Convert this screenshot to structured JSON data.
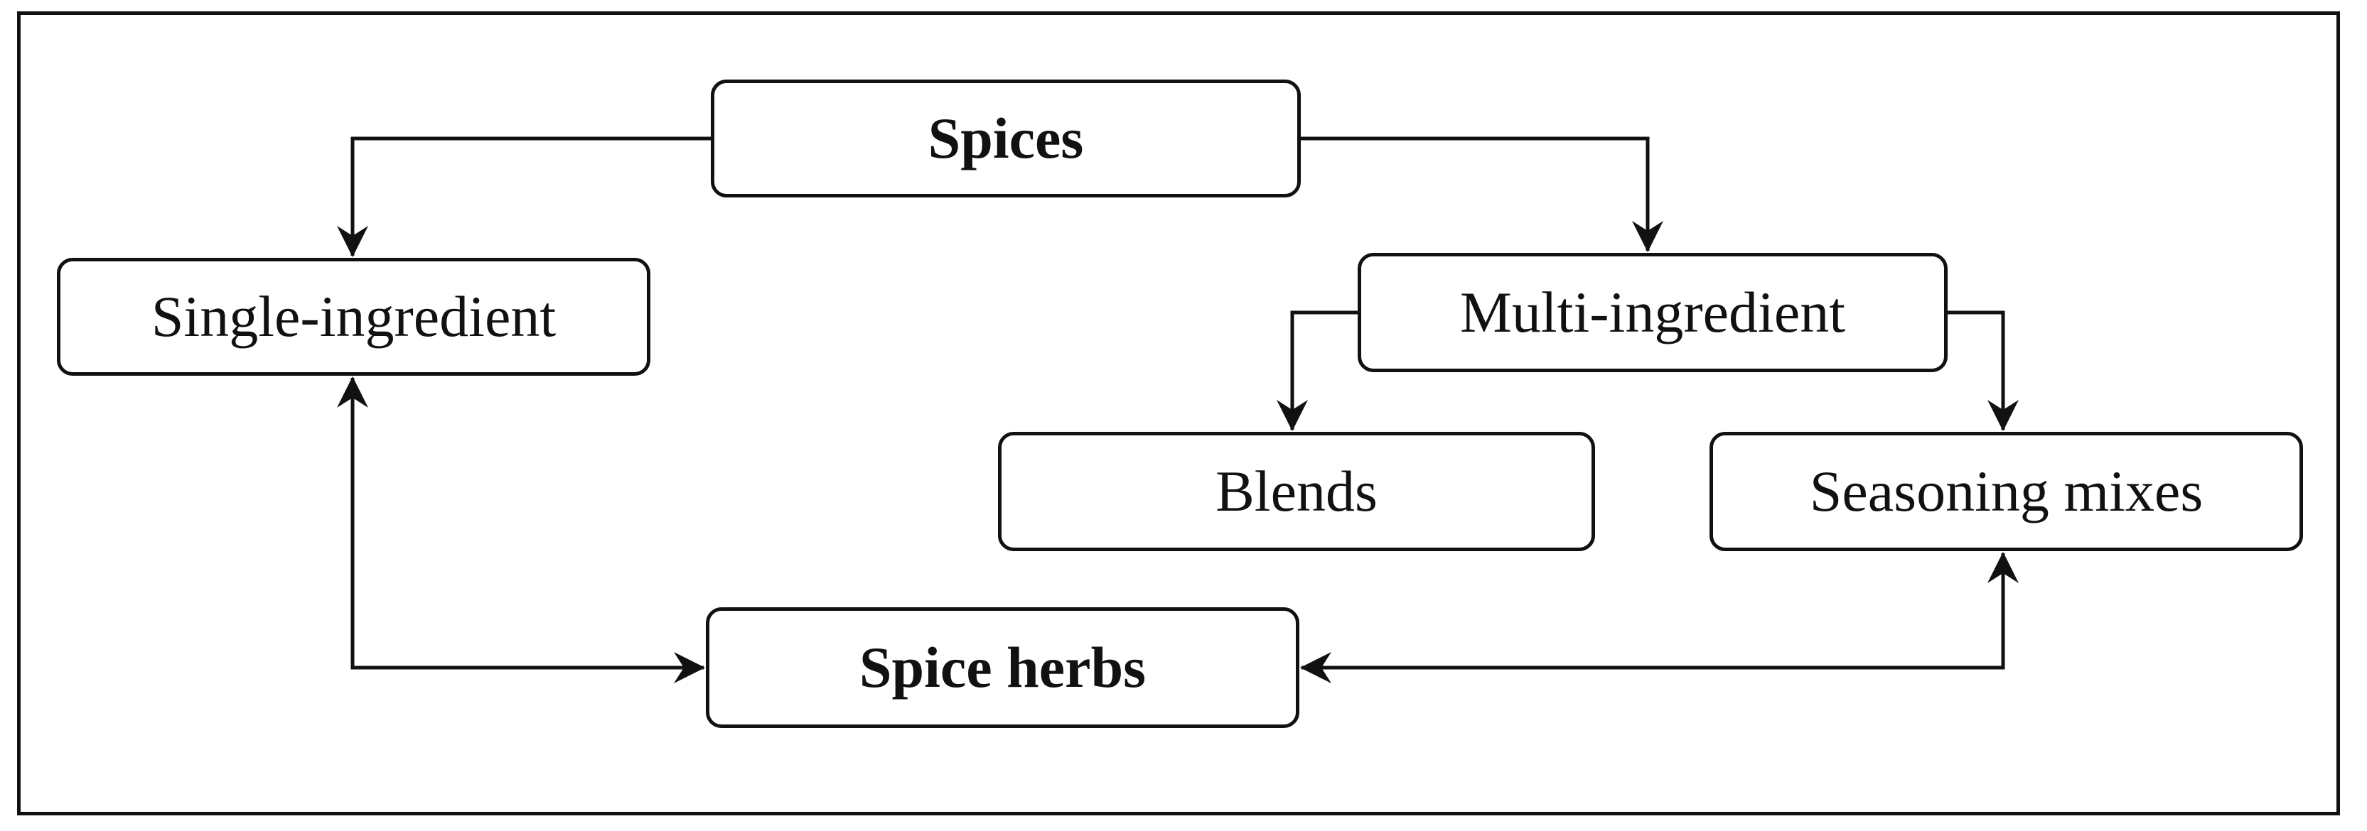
{
  "nodes": {
    "spices": "Spices",
    "single_ingredient": "Single-ingredient",
    "multi_ingredient": "Multi-ingredient",
    "blends": "Blends",
    "seasoning_mixes": "Seasoning mixes",
    "spice_herbs": "Spice herbs"
  }
}
